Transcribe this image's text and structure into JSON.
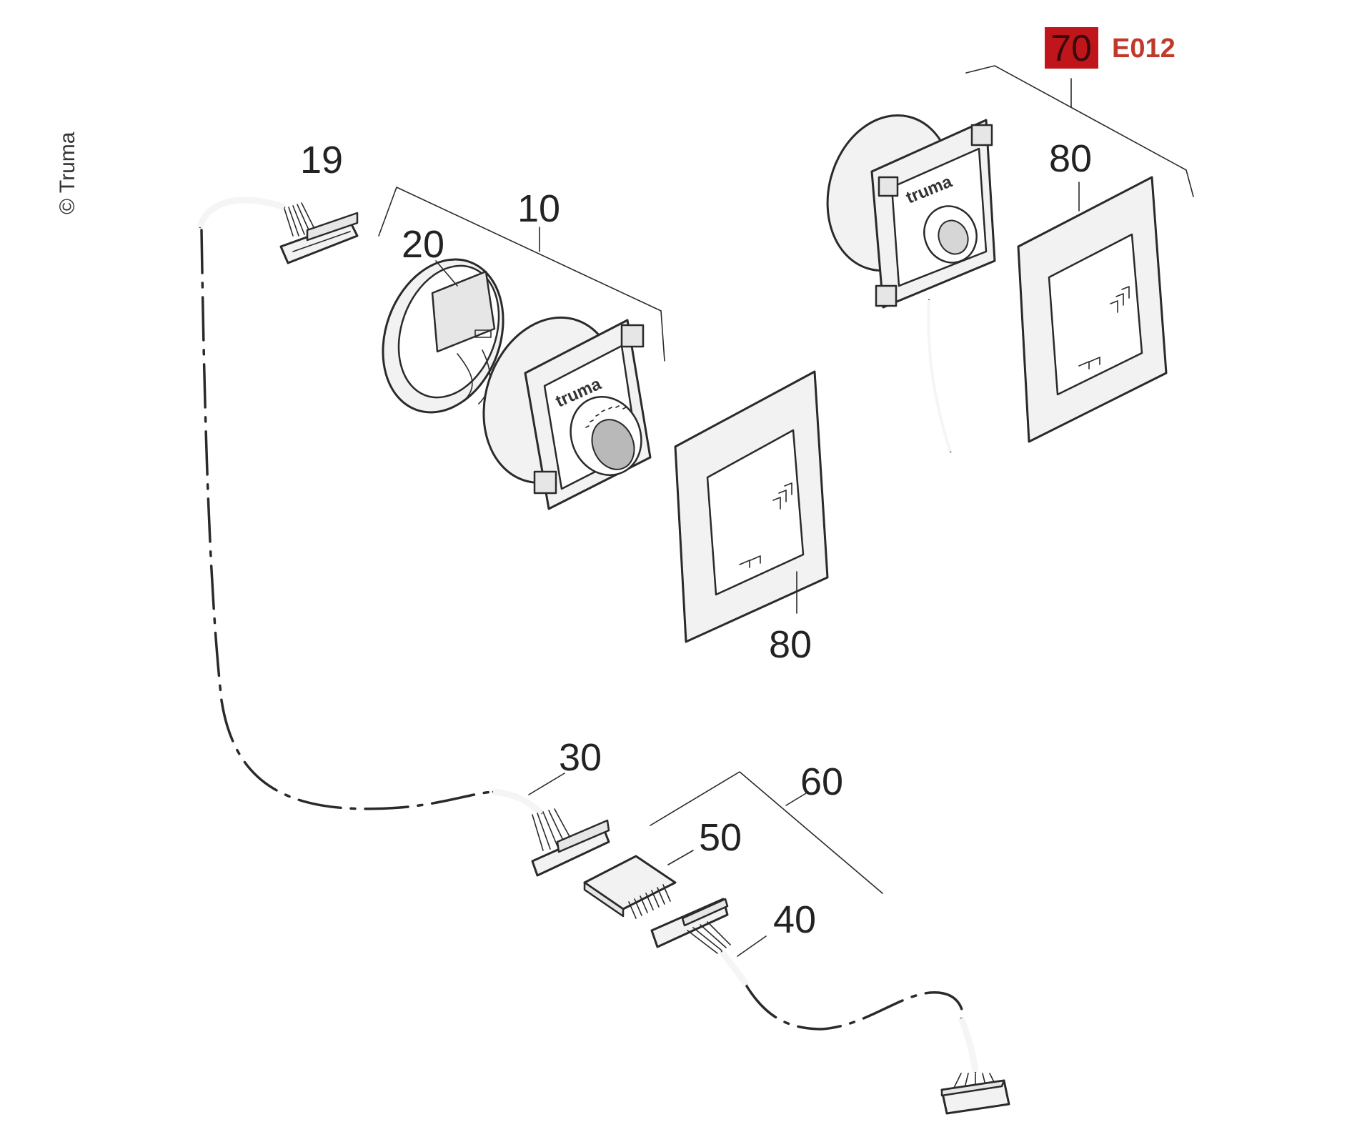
{
  "copyright": "© Truma",
  "logo_text": "truma",
  "badge": {
    "number": "70",
    "code": "E012",
    "number_color": "#c0161b",
    "code_color": "#c0392b"
  },
  "parts": {
    "p19": "19",
    "p10": "10",
    "p20": "20",
    "p80_left": "80",
    "p80_right": "80",
    "p30": "30",
    "p60": "60",
    "p50": "50",
    "p40": "40"
  }
}
